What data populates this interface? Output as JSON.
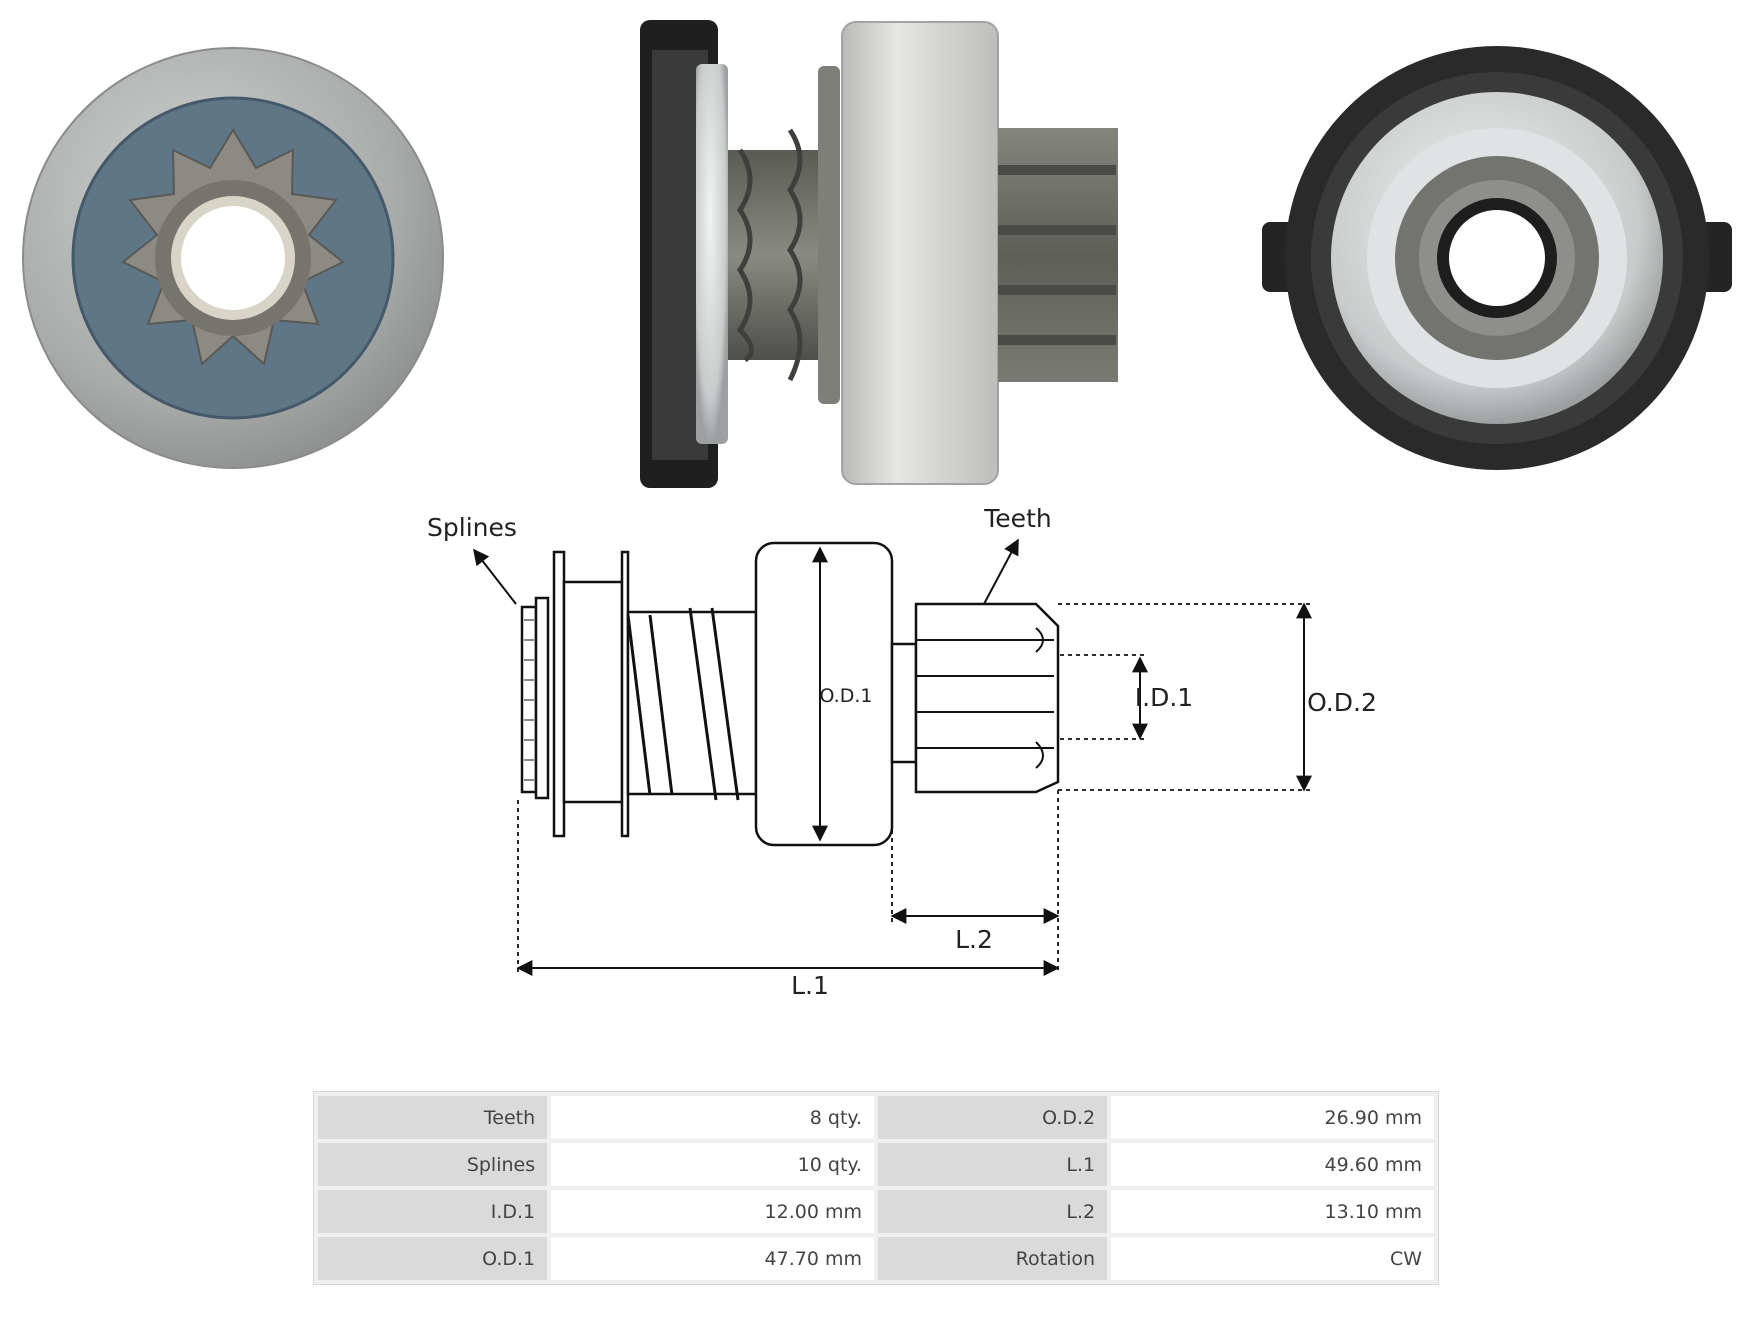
{
  "diagram": {
    "labels": {
      "splines": "Splines",
      "teeth": "Teeth",
      "od1": "O.D.1",
      "id1": "I.D.1",
      "od2": "O.D.2",
      "l2": "L.2",
      "l1": "L.1"
    }
  },
  "specs": {
    "rows": [
      {
        "label_a": "Teeth",
        "value_a": "8 qty.",
        "label_b": "O.D.2",
        "value_b": "26.90 mm"
      },
      {
        "label_a": "Splines",
        "value_a": "10 qty.",
        "label_b": "L.1",
        "value_b": "49.60 mm"
      },
      {
        "label_a": "I.D.1",
        "value_a": "12.00 mm",
        "label_b": "L.2",
        "value_b": "13.10 mm"
      },
      {
        "label_a": "O.D.1",
        "value_a": "47.70 mm",
        "label_b": "Rotation",
        "value_b": "CW"
      }
    ]
  },
  "colors": {
    "metal": "#a7a9a9",
    "steel_dark": "#6b6b66",
    "blue_gray": "#5f7686",
    "rubber": "#2b2b2b",
    "plastic": "#d8d8d6"
  }
}
